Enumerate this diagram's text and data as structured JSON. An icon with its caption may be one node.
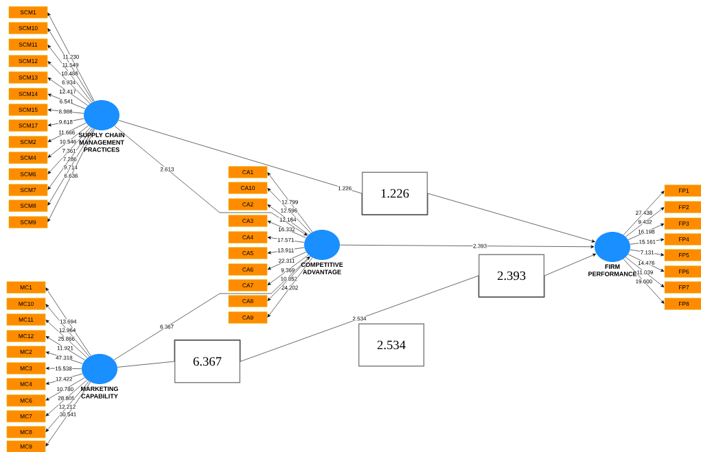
{
  "diagram": {
    "nodes": [
      {
        "text": [
          "SCM1"
        ]
      },
      {
        "text": [
          "SCM10"
        ]
      },
      {
        "text": [
          "SCM11"
        ]
      },
      {
        "text": [
          "SCM12"
        ]
      },
      {
        "text": [
          "SCM13"
        ]
      },
      {
        "text": [
          "SCM14"
        ]
      },
      {
        "text": [
          "SCM15"
        ]
      },
      {
        "text": [
          "SCM17"
        ]
      },
      {
        "text": [
          "SCM2"
        ]
      },
      {
        "text": [
          "SCM4"
        ]
      },
      {
        "text": [
          "SCM6"
        ]
      },
      {
        "text": [
          "SCM7"
        ]
      },
      {
        "text": [
          "SCM8"
        ]
      },
      {
        "text": [
          "SCM9"
        ]
      },
      {
        "text": [
          "SUPPLY CHAIN MANAGEMENT PRACTICES"
        ]
      },
      {
        "text": [
          "CA1"
        ]
      },
      {
        "text": [
          "CA10"
        ]
      },
      {
        "text": [
          "CA2"
        ]
      },
      {
        "text": [
          "CA3"
        ]
      },
      {
        "text": [
          "CA4"
        ]
      },
      {
        "text": [
          "CA5"
        ]
      },
      {
        "text": [
          "CA6"
        ]
      },
      {
        "text": [
          "CA7"
        ]
      },
      {
        "text": [
          "CA8"
        ]
      },
      {
        "text": [
          "CA9"
        ]
      },
      {
        "text": [
          "COMPETITIVE ADVANTAGE"
        ]
      },
      {
        "text": [
          "1.226"
        ]
      },
      {
        "text": [
          "FP1"
        ]
      },
      {
        "text": [
          "FP2"
        ]
      },
      {
        "text": [
          "FP3"
        ]
      },
      {
        "text": [
          "FP4"
        ]
      },
      {
        "text": [
          "FP5"
        ]
      },
      {
        "text": [
          "FP6"
        ]
      },
      {
        "text": [
          "FP7"
        ]
      },
      {
        "text": [
          "FP8"
        ]
      },
      {
        "text": [
          "FIRM PERFORMANCE"
        ]
      },
      {
        "text": [
          "2.393"
        ]
      },
      {
        "text": [
          "MC1"
        ]
      },
      {
        "text": [
          "MC10"
        ]
      },
      {
        "text": [
          "MC11"
        ]
      },
      {
        "text": [
          "MC12"
        ]
      },
      {
        "text": [
          "MC2"
        ]
      },
      {
        "text": [
          "MC3"
        ]
      },
      {
        "text": [
          "MC4"
        ]
      },
      {
        "text": [
          "MC6"
        ]
      },
      {
        "text": [
          "MC7"
        ]
      },
      {
        "text": [
          "MC8"
        ]
      },
      {
        "text": [
          "MC9"
        ]
      },
      {
        "text": [
          "MARKETING CAPABILITY"
        ]
      },
      {
        "text": [
          "6.367"
        ]
      },
      {
        "text": [
          "2.534"
        ]
      }
    ],
    "edges": [
      {
        "from": 14,
        "to": 0,
        "arrow": "to",
        "label": "11.230"
      },
      {
        "from": 14,
        "to": 1,
        "arrow": "to",
        "label": "11.549"
      },
      {
        "from": 14,
        "to": 2,
        "arrow": "to",
        "label": "10.486"
      },
      {
        "from": 14,
        "to": 3,
        "arrow": "to",
        "label": "6.934"
      },
      {
        "from": 14,
        "to": 4,
        "arrow": "to",
        "label": "12.417"
      },
      {
        "from": 14,
        "to": 5,
        "arrow": "to",
        "label": "6.541"
      },
      {
        "from": 14,
        "to": 6,
        "arrow": "to",
        "label": "8.986"
      },
      {
        "from": 14,
        "to": 7,
        "arrow": "to",
        "label": "9.618"
      },
      {
        "from": 14,
        "to": 8,
        "arrow": "to",
        "label": "11.666"
      },
      {
        "from": 14,
        "to": 9,
        "arrow": "to",
        "label": "10.546"
      },
      {
        "from": 14,
        "to": 10,
        "arrow": "to",
        "label": "7.361"
      },
      {
        "from": 14,
        "to": 11,
        "arrow": "to",
        "label": "7.286"
      },
      {
        "from": 14,
        "to": 12,
        "arrow": "to",
        "label": "9.714"
      },
      {
        "from": 14,
        "to": 13,
        "arrow": "to",
        "label": "6.636"
      },
      {
        "from": 25,
        "to": 15,
        "arrow": "to",
        "label": "12.799"
      },
      {
        "from": 25,
        "to": 16,
        "arrow": "to",
        "label": "12.596"
      },
      {
        "from": 25,
        "to": 17,
        "arrow": "to",
        "label": "12.164"
      },
      {
        "from": 25,
        "to": 18,
        "arrow": "to",
        "label": "16.332"
      },
      {
        "from": 25,
        "to": 19,
        "arrow": "to",
        "label": "17.571"
      },
      {
        "from": 25,
        "to": 20,
        "arrow": "to",
        "label": "13.911"
      },
      {
        "from": 25,
        "to": 21,
        "arrow": "to",
        "label": "22.311"
      },
      {
        "from": 25,
        "to": 22,
        "arrow": "to",
        "label": "9.369"
      },
      {
        "from": 25,
        "to": 23,
        "arrow": "to",
        "label": "10.852"
      },
      {
        "from": 25,
        "to": 24,
        "arrow": "to",
        "label": "24.202"
      },
      {
        "from": 35,
        "to": 27,
        "arrow": "to",
        "label": "27.438"
      },
      {
        "from": 35,
        "to": 28,
        "arrow": "to",
        "label": "9.432"
      },
      {
        "from": 35,
        "to": 29,
        "arrow": "to",
        "label": "16.198"
      },
      {
        "from": 35,
        "to": 30,
        "arrow": "to",
        "label": "15.161"
      },
      {
        "from": 35,
        "to": 31,
        "arrow": "to",
        "label": "7.131"
      },
      {
        "from": 35,
        "to": 32,
        "arrow": "to",
        "label": "14.476"
      },
      {
        "from": 35,
        "to": 33,
        "arrow": "to",
        "label": "11.039"
      },
      {
        "from": 35,
        "to": 34,
        "arrow": "to",
        "label": "19.600"
      },
      {
        "from": 48,
        "to": 37,
        "arrow": "to",
        "label": "13.694"
      },
      {
        "from": 48,
        "to": 38,
        "arrow": "to",
        "label": "12.964"
      },
      {
        "from": 48,
        "to": 39,
        "arrow": "to",
        "label": "25.866"
      },
      {
        "from": 48,
        "to": 40,
        "arrow": "to",
        "label": "11.921"
      },
      {
        "from": 48,
        "to": 41,
        "arrow": "to",
        "label": "47.318"
      },
      {
        "from": 48,
        "to": 42,
        "arrow": "to",
        "label": "15.538"
      },
      {
        "from": 48,
        "to": 43,
        "arrow": "to",
        "label": "12.422"
      },
      {
        "from": 48,
        "to": 44,
        "arrow": "to",
        "label": "10.780"
      },
      {
        "from": 48,
        "to": 45,
        "arrow": "to",
        "label": "28.805"
      },
      {
        "from": 48,
        "to": 46,
        "arrow": "to",
        "label": "12.212"
      },
      {
        "from": 48,
        "to": 47,
        "arrow": "to",
        "label": "30.541"
      },
      {
        "from": 14,
        "to": 25,
        "arrow": "to",
        "label": "2.613"
      },
      {
        "from": 14,
        "to": 35,
        "arrow": "to",
        "label": "1.226"
      },
      {
        "from": 25,
        "to": 35,
        "arrow": "to",
        "label": "2.393"
      },
      {
        "from": 48,
        "to": 25,
        "arrow": "to",
        "label": "6.367"
      },
      {
        "from": 48,
        "to": 35,
        "arrow": "to",
        "label": "2.534"
      }
    ]
  }
}
